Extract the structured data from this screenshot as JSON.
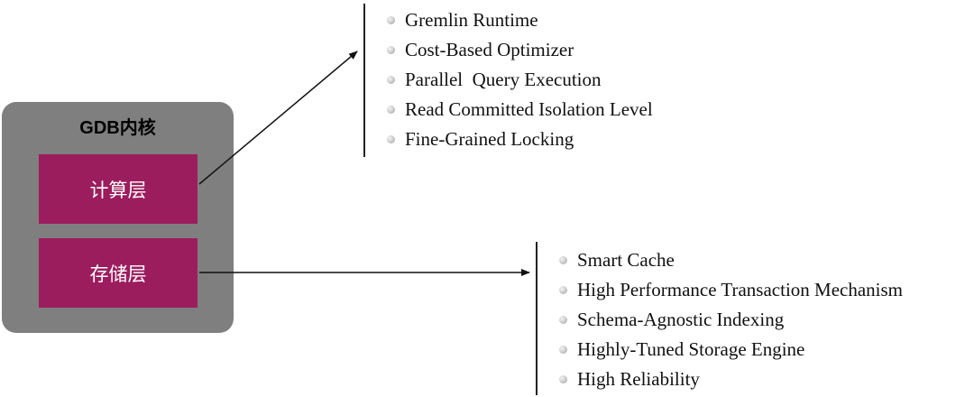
{
  "core": {
    "title": "GDB内核",
    "compute_layer": "计算层",
    "storage_layer": "存储层"
  },
  "compute_features": [
    "Gremlin Runtime",
    "Cost-Based Optimizer",
    "Parallel  Query Execution",
    "Read Committed Isolation Level",
    "Fine-Grained Locking"
  ],
  "storage_features": [
    "Smart Cache",
    "High Performance Transaction Mechanism",
    "Schema-Agnostic Indexing",
    "Highly-Tuned Storage Engine",
    "High Reliability"
  ],
  "colors": {
    "core_bg": "#7f7f7f",
    "layer_bg": "#9b1d5e",
    "layer_text": "#ffffff"
  }
}
